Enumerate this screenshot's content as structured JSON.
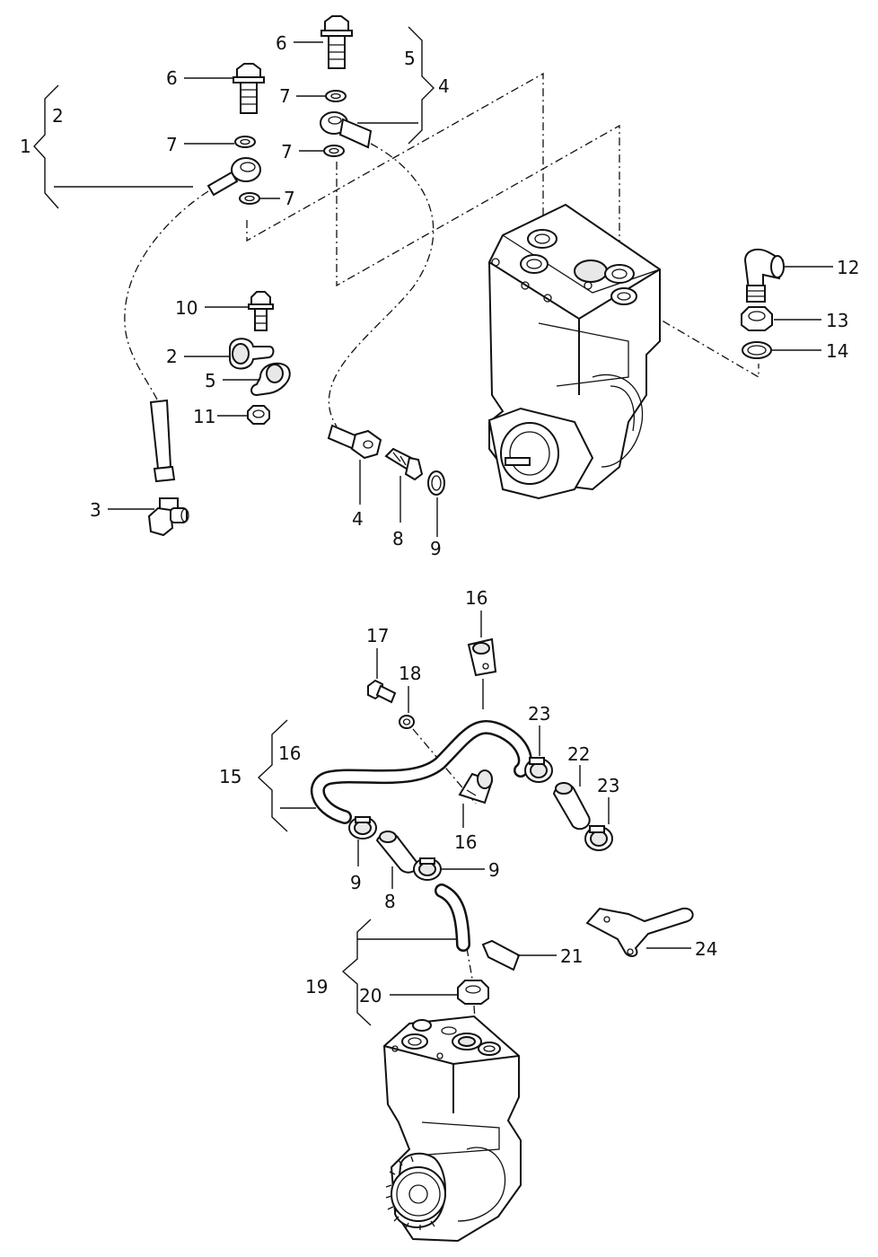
{
  "callouts": {
    "c1": "1",
    "c2a": "2",
    "c6a": "6",
    "c6b": "6",
    "c7a": "7",
    "c7b": "7",
    "c7c": "7",
    "c7d": "7",
    "c5a": "5",
    "c4a": "4",
    "c10": "10",
    "c2b": "2",
    "c5b": "5",
    "c11": "11",
    "c3": "3",
    "c4b": "4",
    "c8a": "8",
    "c9a": "9",
    "c12": "12",
    "c13": "13",
    "c14": "14",
    "c16a": "16",
    "c17": "17",
    "c18": "18",
    "c23a": "23",
    "c22": "22",
    "c23b": "23",
    "c15": "15",
    "c16b": "16",
    "c16c": "16",
    "c9b": "9",
    "c8b": "8",
    "c9c": "9",
    "c21": "21",
    "c24": "24",
    "c19": "19",
    "c20": "20"
  },
  "colors": {
    "line": "#111111",
    "background": "#ffffff",
    "fill": "#e8e8e8"
  }
}
